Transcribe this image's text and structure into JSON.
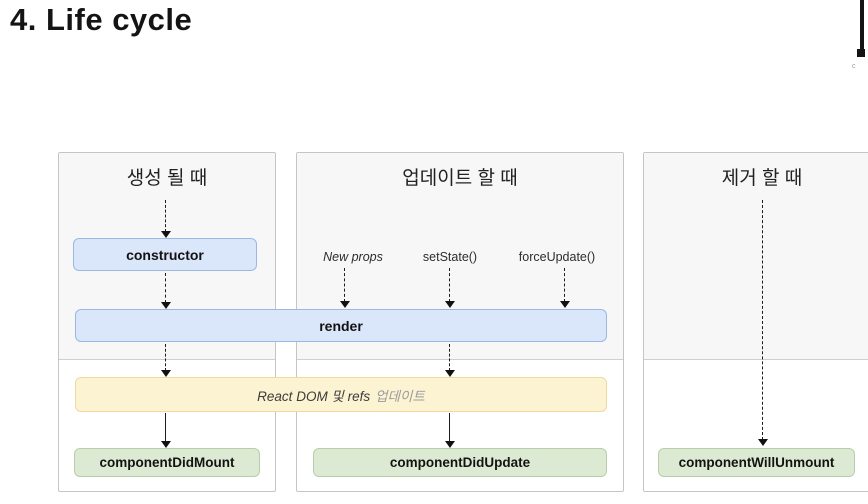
{
  "page": {
    "title": "4. Life cycle"
  },
  "corner": {
    "caption": "c"
  },
  "colors": {
    "node_blue_fill": "#dae6f9",
    "node_blue_border": "#9db7e3",
    "node_yellow_fill": "#fcf3d2",
    "node_yellow_border": "#eeda9f",
    "node_green_fill": "#dcead3",
    "node_green_border": "#b7cfa9",
    "column_top_bg": "#f7f7f8",
    "column_border": "#c5c5c5",
    "arrow_color": "#1c1c1c"
  },
  "diagram": {
    "columns": [
      {
        "header": "생성 될 때"
      },
      {
        "header": "업데이트 할 때"
      },
      {
        "header": "제거 할 때"
      }
    ],
    "triggers": [
      "New props",
      "setState()",
      "forceUpdate()"
    ],
    "nodes": {
      "constructor": "constructor",
      "render": "render",
      "dom_update_main": "React DOM 및 refs",
      "dom_update_sub": "업데이트",
      "did_mount": "componentDidMount",
      "did_update": "componentDidUpdate",
      "will_unmount": "componentWillUnmount"
    }
  }
}
